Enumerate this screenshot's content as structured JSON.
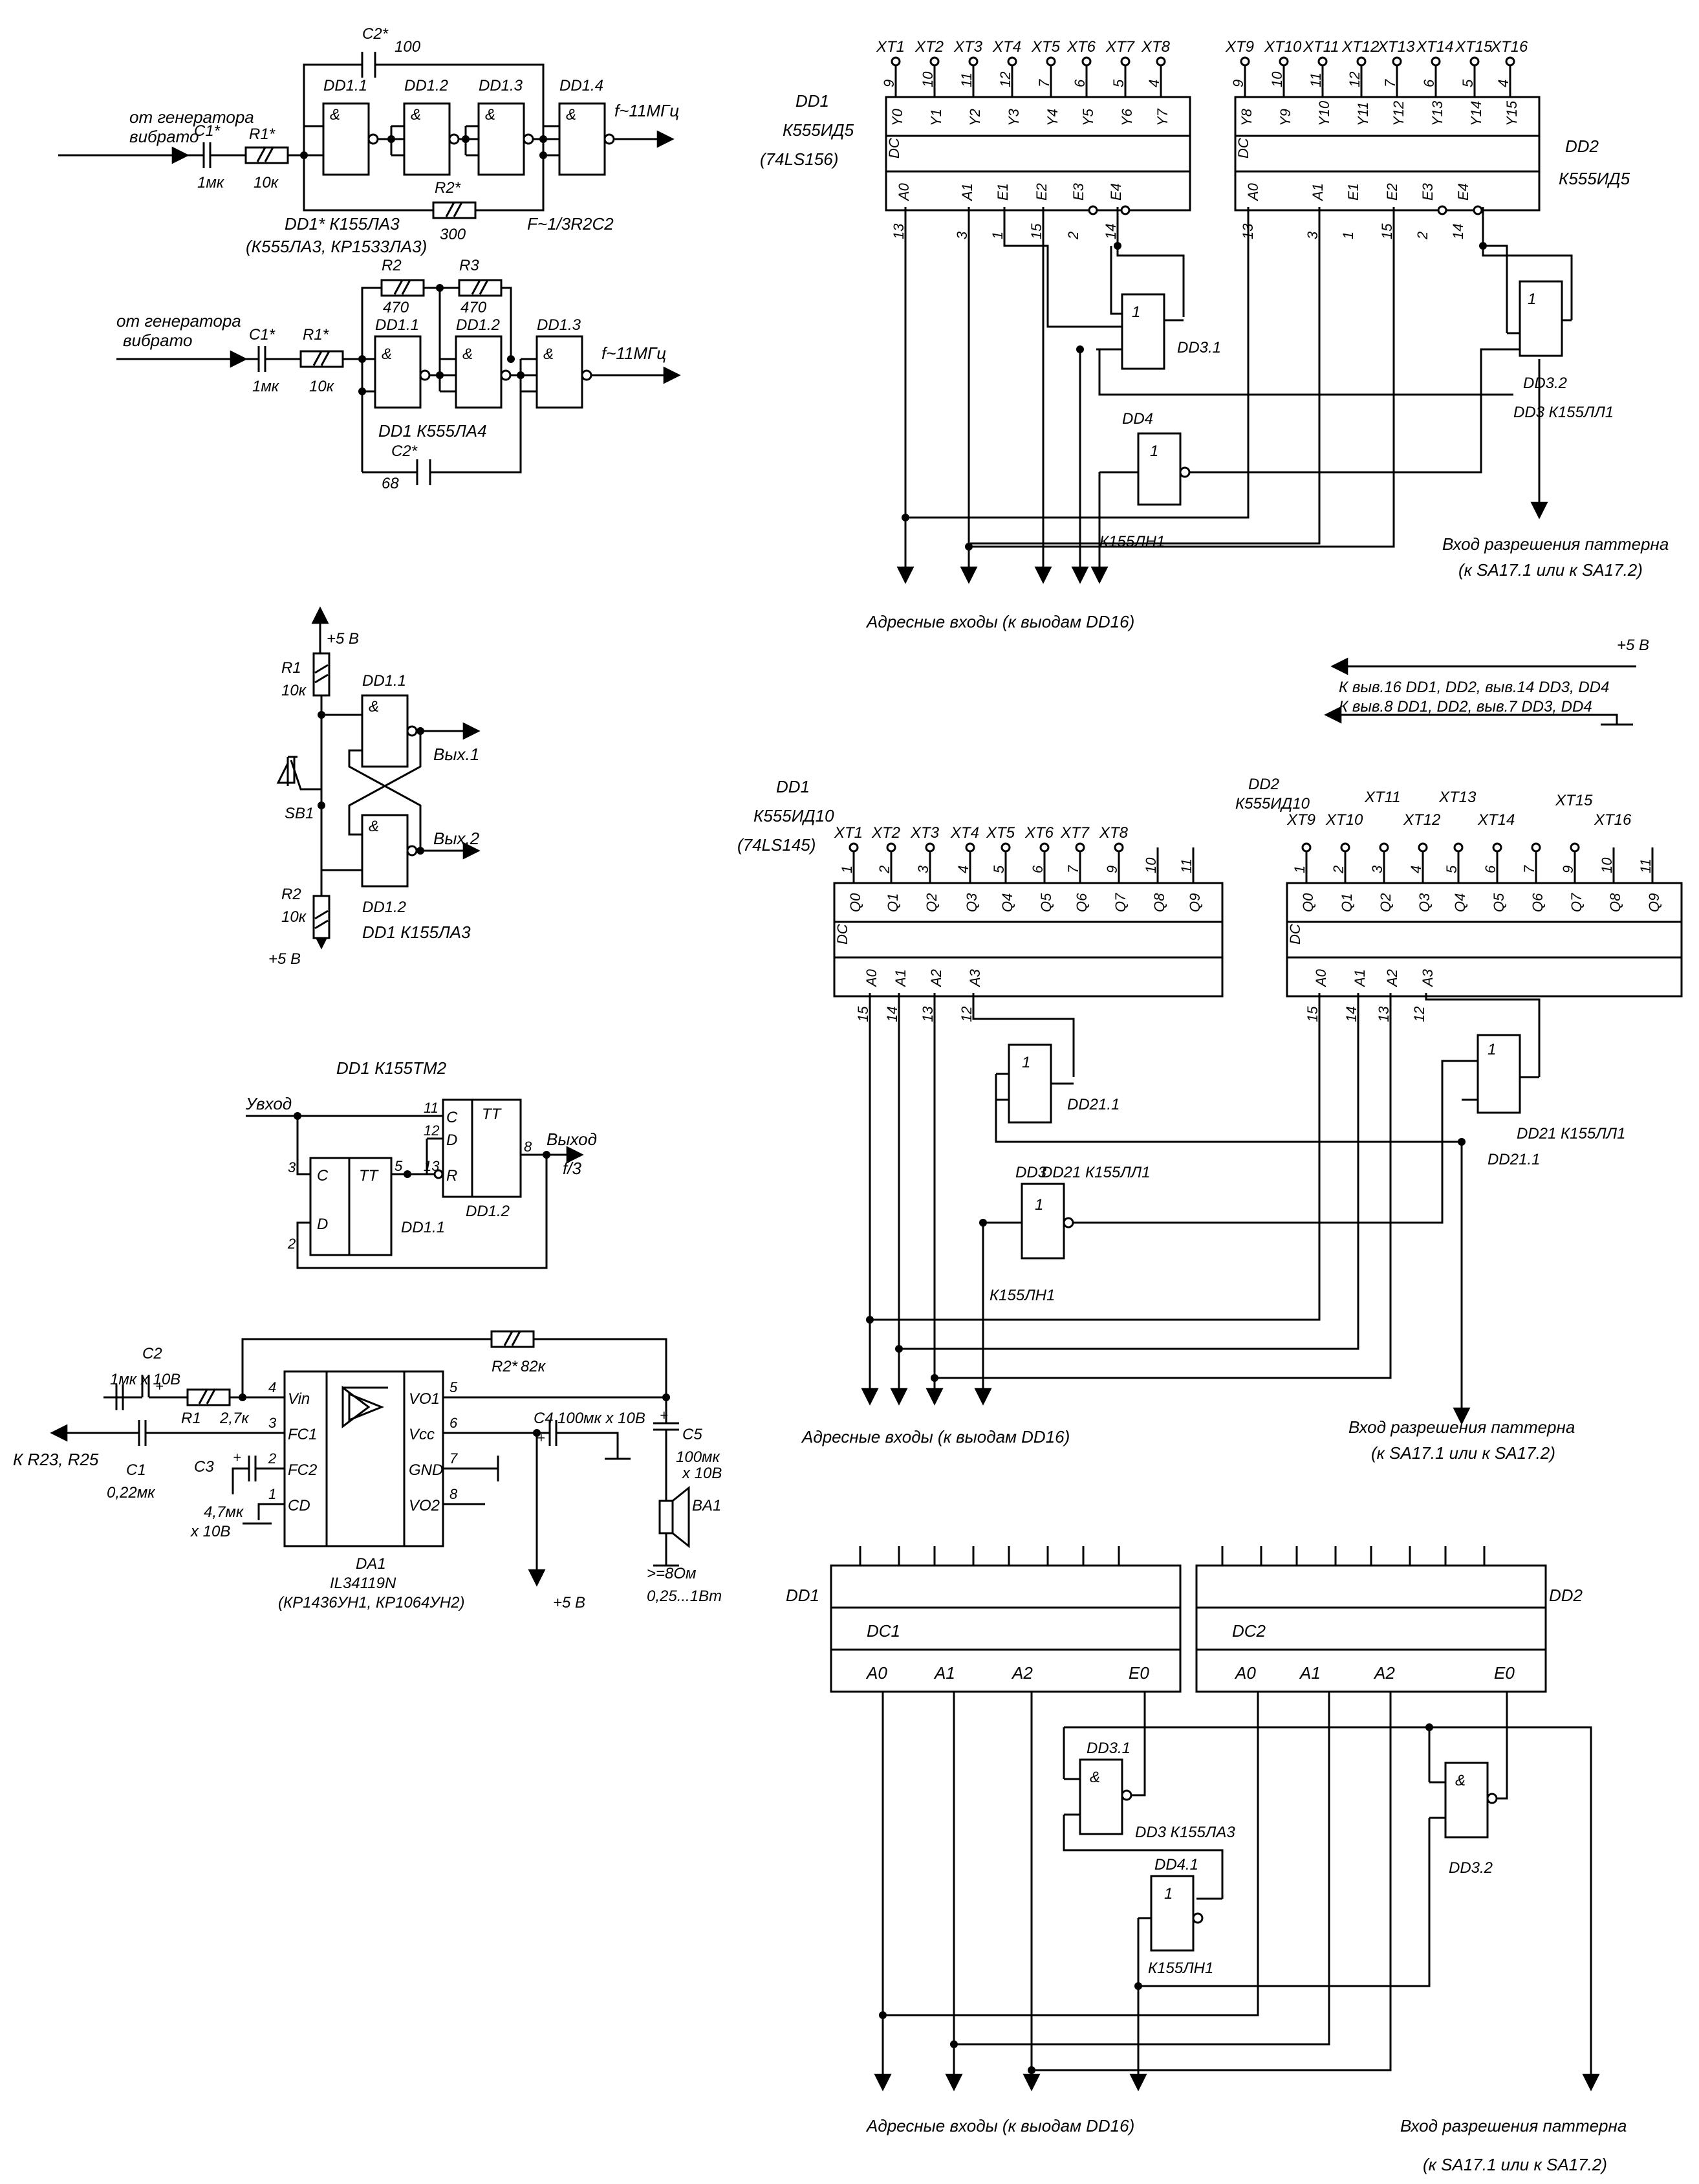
{
  "s1": {
    "from": [
      "от генератора",
      "вибрато"
    ],
    "c1": "C1*",
    "c1v": "1мк",
    "r1": "R1*",
    "r1v": "10к",
    "c2": "C2*",
    "c2v": "100",
    "g": [
      "DD1.1",
      "DD1.2",
      "DD1.3",
      "DD1.4"
    ],
    "amp": "&",
    "out": "f~11МГц",
    "r2": "R2*",
    "r2v": "300",
    "chip": "DD1* К155ЛА3",
    "alt": "(К555ЛА3, КР1533ЛА3)",
    "fnote": "F~1/3R2C2"
  },
  "s2": {
    "from": [
      "от генератора",
      "вибрато"
    ],
    "c1": "C1*",
    "c1v": "1мк",
    "r1": "R1*",
    "r1v": "10к",
    "r2": "R2",
    "r2v": "470",
    "r3": "R3",
    "r3v": "470",
    "g": [
      "DD1.1",
      "DD1.2",
      "DD1.3"
    ],
    "amp": "&",
    "out": "f~11МГц",
    "chip": "DD1 К555ЛА4",
    "c2": "C2*",
    "c2v": "68"
  },
  "s3": {
    "vcc": "+5 В",
    "r1": "R1",
    "r1v": "10к",
    "g1": "DD1.1",
    "g2": "DD1.2",
    "amp": "&",
    "out1": "Вых.1",
    "out2": "Вых.2",
    "sb": "SB1",
    "r2": "R2",
    "r2v": "10к",
    "vcc2": "+5 В",
    "chip": "DD1 К155ЛА3"
  },
  "s4": {
    "title": "DD1  К155ТМ2",
    "in": "Увход",
    "out": "Выход",
    "f": "f/3",
    "tt": "TT",
    "c": "C",
    "d": "D",
    "r": "R",
    "p3": "3",
    "p2": "2",
    "p5": "5",
    "p11": "11",
    "p12": "12",
    "p13": "13",
    "p8": "8",
    "g1": "DD1.1",
    "g2": "DD1.2"
  },
  "s5": {
    "c2": "C2",
    "c2v": "1мк х 10В",
    "r1": "R1",
    "r1v": "2,7к",
    "r2": "R2*",
    "r2v": "82к",
    "to": "К R23, R25",
    "c1": "C1",
    "c1v": "0,22мк",
    "c3": "C3",
    "c3v": [
      "4,7мк",
      "х 10В"
    ],
    "pins_l": [
      "Vin",
      "FC1",
      "FC2",
      "CD"
    ],
    "nums_l": [
      "4",
      "3",
      "2",
      "1"
    ],
    "pins_r": [
      "VO1",
      "Vcc",
      "GND",
      "VO2"
    ],
    "nums_r": [
      "5",
      "6",
      "7",
      "8"
    ],
    "c4": "C4",
    "c4v": "100мк х 10В",
    "c5": "C5",
    "c5v": [
      "100мк",
      "х 10В"
    ],
    "ba": "BA1",
    "ba_spec": [
      ">=8Ом",
      "0,25...1Вт"
    ],
    "da": "DA1",
    "da_type": "IL34119N",
    "da_alt": "(КР1436УН1, КР1064УН2)",
    "vcc": "+5 В",
    "plus": "+"
  },
  "s6": {
    "xt_a": [
      "XT1",
      "XT2",
      "XT3",
      "XT4",
      "XT5",
      "XT6",
      "XT7",
      "XT8"
    ],
    "xt_b": [
      "XT9",
      "XT10",
      "XT11",
      "XT12",
      "XT13",
      "XT14",
      "XT15",
      "XT16"
    ],
    "pins": [
      "9",
      "10",
      "11",
      "12",
      "7",
      "6",
      "5",
      "4"
    ],
    "y_a": [
      "Y0",
      "Y1",
      "Y2",
      "Y3",
      "Y4",
      "Y5",
      "Y6",
      "Y7"
    ],
    "y_b": [
      "Y8",
      "Y9",
      "Y10",
      "Y11",
      "Y12",
      "Y13",
      "Y14",
      "Y15"
    ],
    "dc": "DC",
    "ins": [
      "A0",
      "A1",
      "E1",
      "E2",
      "E3",
      "E4"
    ],
    "in_pins": [
      "13",
      "3",
      "1",
      "15",
      "2",
      "14"
    ],
    "dd1": "DD1",
    "dd1t": "К555ИД5",
    "dd1a": "(74LS156)",
    "dd2": "DD2",
    "dd2t": "К555ИД5",
    "dd31": "DD3.1",
    "dd32": "DD3.2",
    "dd3": "DD3 К155ЛЛ1",
    "dd4": "DD4",
    "dd4t": "К155ЛН1",
    "one": "1",
    "addr": "Адресные входы (к выодам DD16)",
    "en": [
      "Вход разрешения паттерна",
      "(к SA17.1 или к  SA17.2)"
    ]
  },
  "pwr": {
    "v": "+5 В",
    "l1": "К выв.16 DD1, DD2,  выв.14 DD3, DD4",
    "l2": "К выв.8 DD1, DD2,  выв.7 DD3, DD4"
  },
  "s7": {
    "dd1": "DD1",
    "dd1t": "К555ИД10",
    "dd1a": "(74LS145)",
    "dd2": "DD2",
    "dd2t": "К555ИД10",
    "xt_a": [
      "XT1",
      "XT2",
      "XT3",
      "XT4",
      "XT5",
      "XT6",
      "XT7",
      "XT8"
    ],
    "xt_b": [
      "XT9",
      "XT10",
      "XT11",
      "XT12",
      "XT13",
      "XT14",
      "XT15",
      "XT16"
    ],
    "pins": [
      "1",
      "2",
      "3",
      "4",
      "5",
      "6",
      "7",
      "9",
      "10",
      "11"
    ],
    "q": [
      "Q0",
      "Q1",
      "Q2",
      "Q3",
      "Q4",
      "Q5",
      "Q6",
      "Q7",
      "Q8",
      "Q9"
    ],
    "dc": "DC",
    "a": [
      "A0",
      "A1",
      "A2",
      "A3"
    ],
    "apins": [
      "15",
      "14",
      "13",
      "12"
    ],
    "g1": "DD21.1",
    "g2": "DD21.1",
    "chip": "DD21 К155ЛЛ1",
    "ov": "DD3",
    "dd21": "DD21 К155ЛЛ1",
    "inv": "К155ЛН1",
    "one": "1",
    "addr": "Адресные входы (к выодам DD16)",
    "en": [
      "Вход разрешения паттерна",
      "(к SA17.1 или к  SA17.2)"
    ]
  },
  "s8": {
    "dd1": "DD1",
    "dd2": "DD2",
    "dc1": "DC1",
    "dc2": "DC2",
    "ins": [
      "A0",
      "A1",
      "A2",
      "E0"
    ],
    "g1": "DD3.1",
    "chip": "DD3 К155ЛА3",
    "g2": "DD3.2",
    "dd41": "DD4.1",
    "inv": "К155ЛН1",
    "amp": "&",
    "one": "1",
    "addr": "Адресные входы (к выодам DD16)",
    "en": [
      "Вход разрешения паттерна",
      "(к SA17.1 или к  SA17.2)"
    ]
  }
}
